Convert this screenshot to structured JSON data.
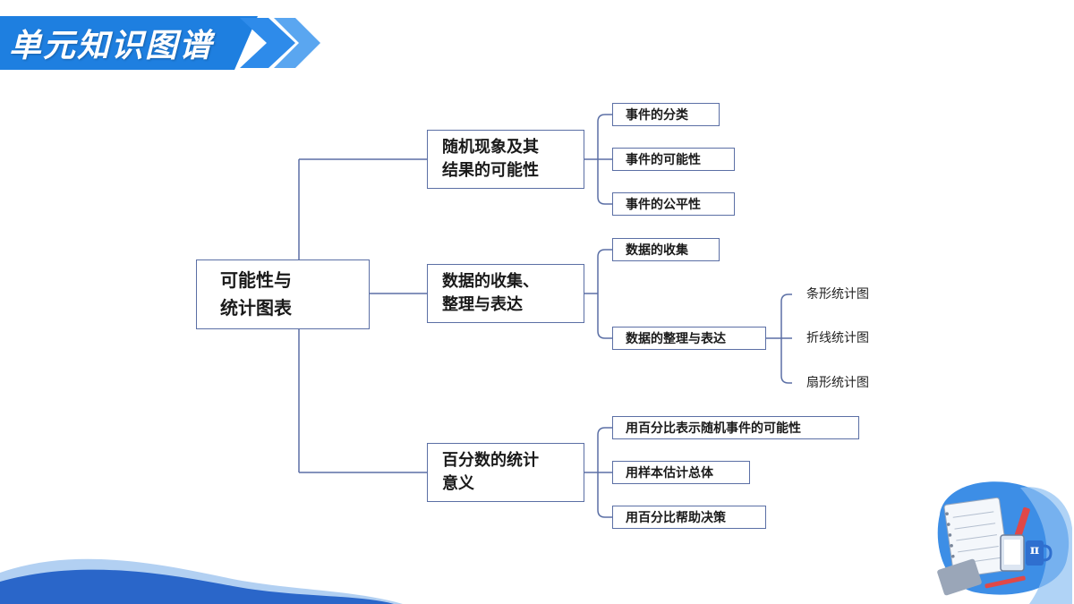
{
  "header": {
    "title": "单元知识图谱"
  },
  "colors": {
    "banner_blue": "#1e7fe0",
    "line": "#5b6fa5",
    "wave_blue": "#2a66c9",
    "accent_red": "#e04848"
  },
  "mindmap": {
    "root": "可能性与\n统计图表",
    "branches": [
      {
        "label": "随机现象及其\n结果的可能性",
        "children": [
          "事件的分类",
          "事件的可能性",
          "事件的公平性"
        ]
      },
      {
        "label": "数据的收集、\n整理与表达",
        "children": [
          "数据的收集",
          "数据的整理与表达"
        ],
        "subchildren": [
          "条形统计图",
          "折线统计图",
          "扇形统计图"
        ]
      },
      {
        "label": "百分数的统计\n意义",
        "children": [
          "用百分比表示随机事件的可能性",
          "用样本估计总体",
          "用百分比帮助决策"
        ]
      }
    ]
  },
  "decoration": {
    "illustration": "math-notebook-calculator-illustration",
    "pi_symbol": "π"
  }
}
